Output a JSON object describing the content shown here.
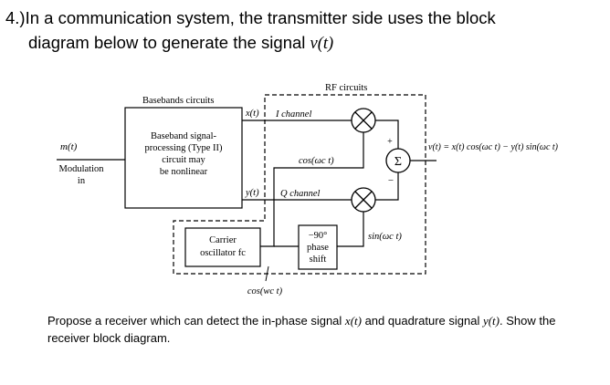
{
  "question": {
    "number": "4.)",
    "line1": "In a communication system, the transmitter side uses the block",
    "line2_prefix": "diagram below to generate the signal",
    "line2_signal": "v(t)"
  },
  "diagram": {
    "rf_circuits_label": "RF circuits",
    "baseband_circuits_label": "Basebands circuits",
    "processor_lines": [
      "Baseband signal-",
      "processing (Type II)",
      "circuit may",
      "be nonlinear"
    ],
    "input_label": "m(t)",
    "modulation_label_line1": "Modulation",
    "modulation_label_line2": "in",
    "x_label": "x(t)",
    "y_label": "y(t)",
    "i_channel_label": "I channel",
    "q_channel_label": "Q channel",
    "cos_label": "cos(ωc t)",
    "sin_label": "sin(ωc t)",
    "plus_sign": "+",
    "minus_sign": "−",
    "sum_symbol": "Σ",
    "output_label": "v(t) = x(t) cos(ωc t) − y(t) sin(ωc t)",
    "oscillator_line1": "Carrier",
    "oscillator_line2": "oscillator fc",
    "phase_shift_lines": [
      "−90°",
      "phase",
      "shift"
    ],
    "oscillator_output_label": "cos(wc t)"
  },
  "prompt": {
    "line1_a": "Propose a receiver which can detect the in-phase signal ",
    "line1_x": "x(t)",
    "line1_b": " and quadrature signal ",
    "line1_y": "y(t)",
    "line1_c": ". Show the",
    "line2": "receiver block diagram."
  }
}
